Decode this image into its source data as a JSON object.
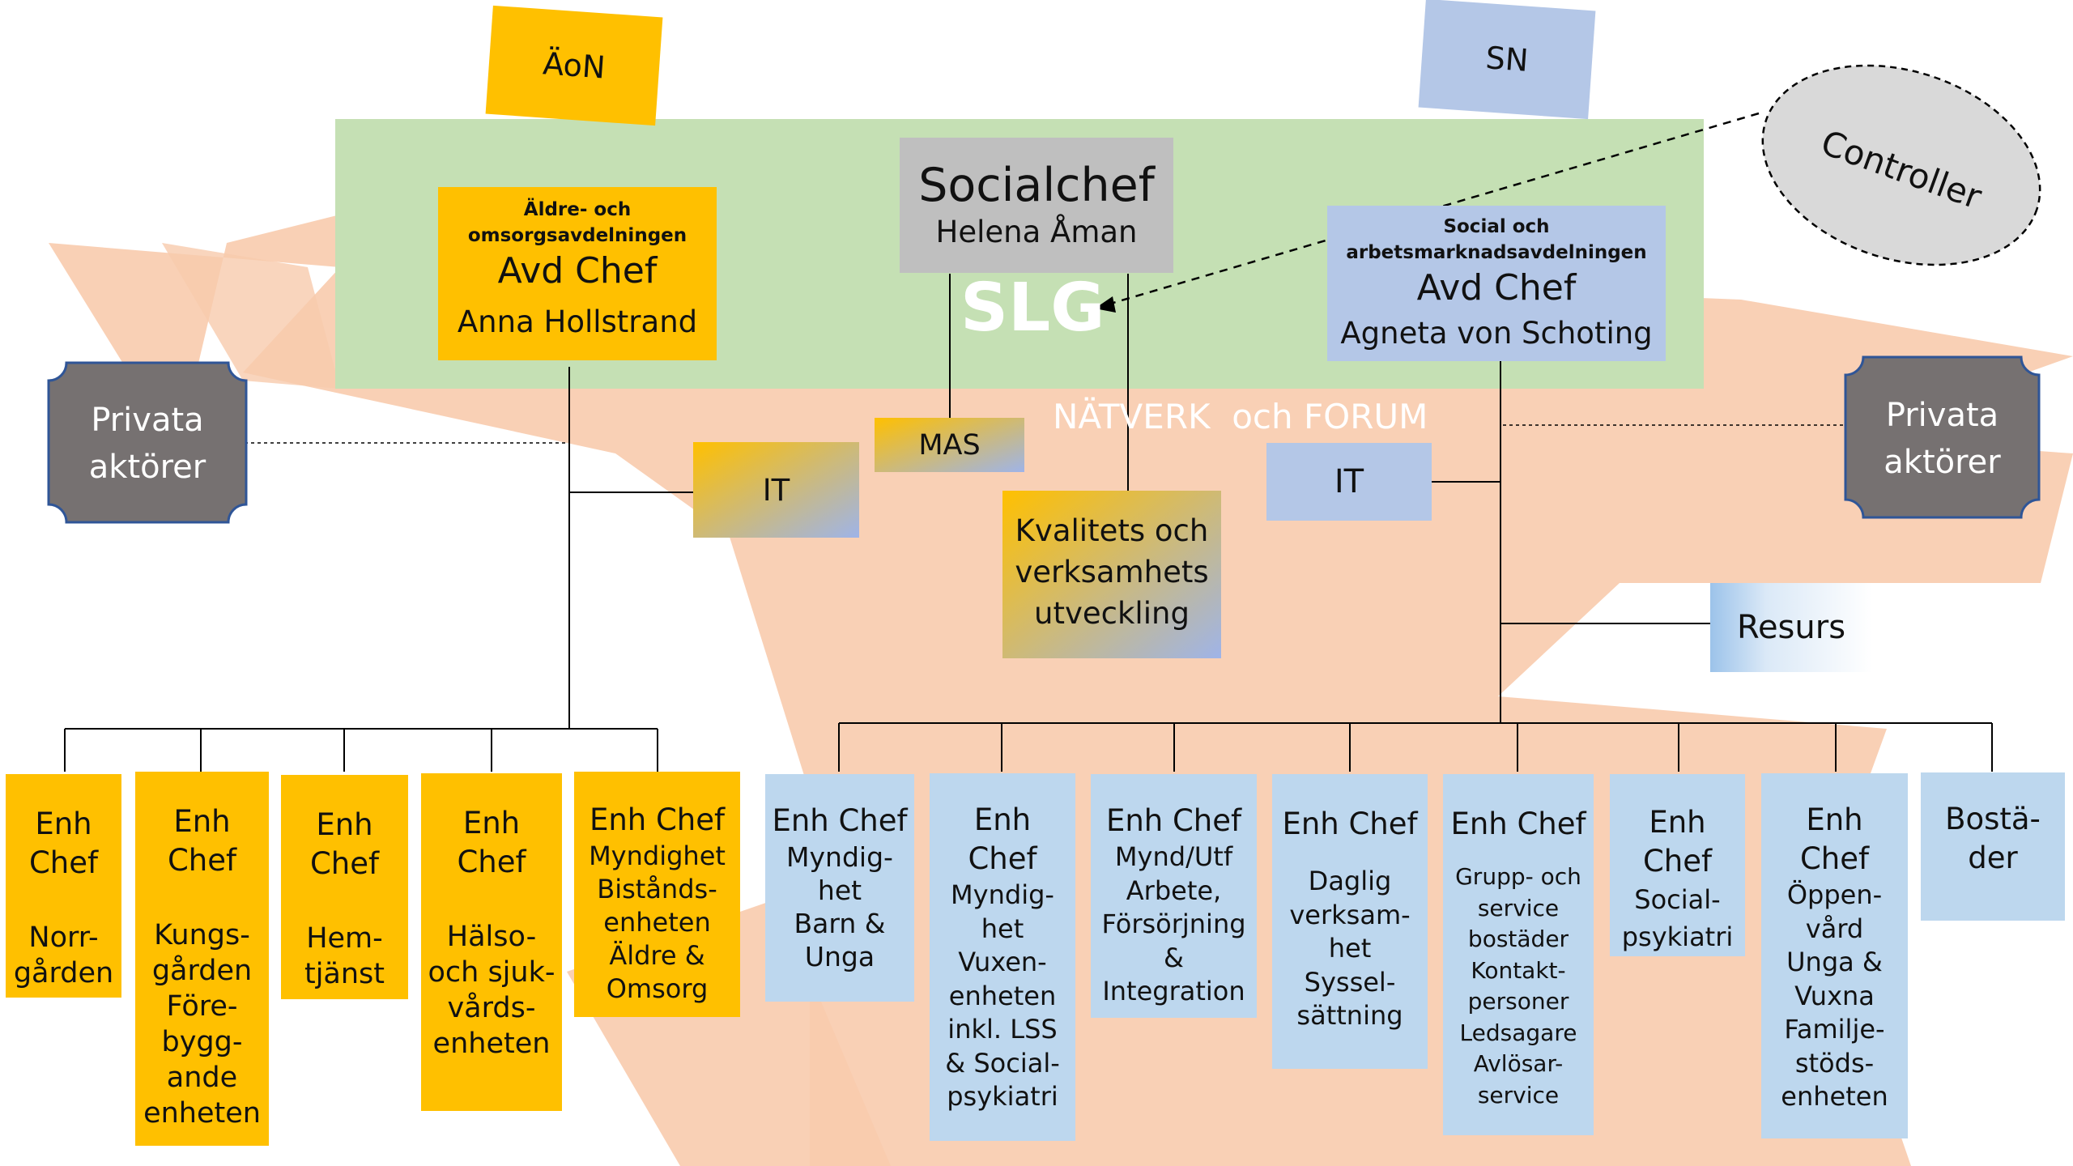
{
  "colors": {
    "orange": "#ffc000",
    "light_blue": "#bdd7ee",
    "periwinkle": "#b4c7e7",
    "green_band": "#c5e0b4",
    "salmon": "#f8cbad",
    "dark_grey": "#707070"
  },
  "labels": {
    "aon": "ÄoN",
    "sn": "SN",
    "controller": "Controller",
    "slg": "SLG",
    "network": "NÄTVERK  och FORUM",
    "private_left": "Privata\naktörer",
    "private_right": "Privata\naktörer",
    "it_left": "IT",
    "it_right": "IT",
    "mas": "MAS",
    "quality": "Kvalitets och\nverksamhets\nutveckling",
    "resurs": "Resurs"
  },
  "social_chief": {
    "title": "Socialchef",
    "name": "Helena Åman"
  },
  "left_dept": {
    "department": "Äldre- och\nomsorgsavdelningen",
    "role": "Avd Chef",
    "name": "Anna Hollstrand"
  },
  "right_dept": {
    "department": "Social och\narbetsmarknadsavdelningen",
    "role": "Avd Chef",
    "name": "Agneta von Schoting"
  },
  "left_units": [
    {
      "head": "Enh\nChef",
      "body": "Norr-\ngården"
    },
    {
      "head": "Enh\nChef",
      "body": "Kungs-\ngården\nFöre-\nbygg-\nande\nenheten"
    },
    {
      "head": "Enh\nChef",
      "body": "Hem-\ntjänst"
    },
    {
      "head": "Enh\nChef",
      "body": "Hälso-\noch sjuk-\nvårds-\nenheten"
    },
    {
      "head": "Enh Chef",
      "body": "Myndighet\nBistånds-\nenheten\nÄldre &\nOmsorg"
    }
  ],
  "right_units": [
    {
      "head": "Enh Chef",
      "body": "Myndig-\nhet\nBarn &\nUnga"
    },
    {
      "head": "Enh\nChef",
      "body": "Myndig-\nhet\nVuxen-\nenheten\ninkl. LSS\n& Social-\npsykiatri"
    },
    {
      "head": "Enh Chef",
      "body": "Mynd/Utf\nArbete,\nFörsörjning\n&\nIntegration"
    },
    {
      "head": "Enh Chef",
      "body": "Daglig\nverksam-\nhet\nSyssel-\nsättning"
    },
    {
      "head": "Enh Chef",
      "body": "Grupp- och\nservice\nbostäder\nKontakt-\npersoner\nLedsagare\nAvlösar-\nservice"
    },
    {
      "head": "Enh\nChef",
      "body": "Social-\npsykiatri"
    },
    {
      "head": "Enh\nChef",
      "body": "Öppen-\nvård\nUnga &\nVuxna\nFamilje-\nstöds-\nenheten"
    },
    {
      "head": "Bostä-\nder",
      "body": ""
    }
  ]
}
